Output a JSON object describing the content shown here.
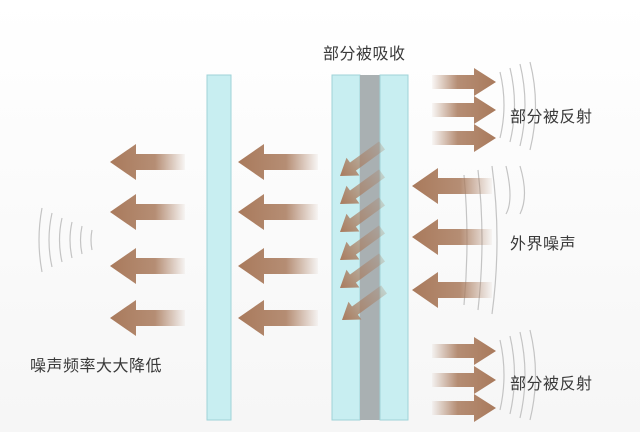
{
  "labels": {
    "partial_absorbed": "部分被吸收",
    "partial_reflected_top": "部分被反射",
    "external_noise": "外界噪声",
    "partial_reflected_bottom": "部分被反射",
    "noise_reduced": "噪声频率大大降低"
  },
  "colors": {
    "arrow": "#a97a5c",
    "glass": "#c8eef1",
    "glass_border": "#9fd3d8",
    "interlayer": "#a9b0b2",
    "wave": "#bfbfbf",
    "text": "#3a3a3a"
  },
  "icons": {
    "left_arrow": "arrow-left-icon",
    "right_arrow": "arrow-right-icon",
    "diagonal_arrow": "arrow-down-left-icon",
    "sound_wave": "sound-wave-icon"
  }
}
